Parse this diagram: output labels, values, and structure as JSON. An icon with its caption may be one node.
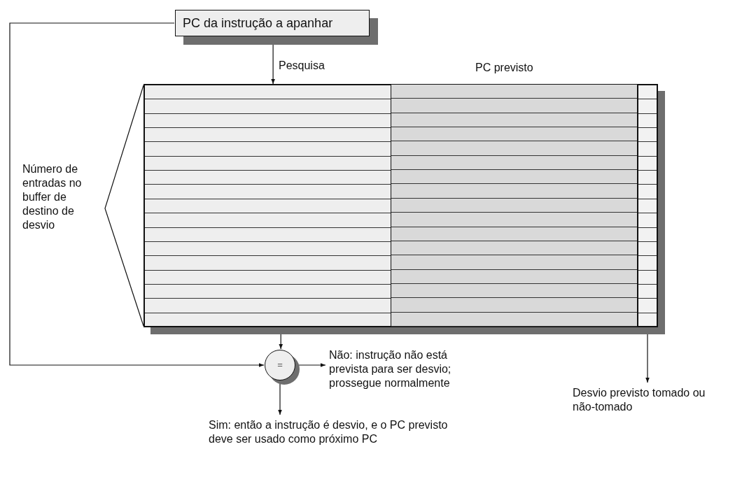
{
  "diagram": {
    "nodes": [
      {
        "text": [
          "PC da instrução a apanhar"
        ]
      },
      {
        "text": [],
        "shape": "box"
      },
      {
        "text": [],
        "shape": "box",
        "in": 1
      },
      {
        "text": [
          "PC previsto"
        ],
        "in": 1
      },
      {
        "text": [],
        "shape": "box",
        "in": 1
      },
      {
        "text": [
          "="
        ]
      },
      {
        "text": [
          "Não: instrução não está prevista para ser desvio; prossegue normalmente"
        ]
      },
      {
        "text": [
          "Sim: então a instrução é desvio, e o PC previsto deve ser usado como próximo PC"
        ]
      },
      {
        "text": [
          "Desvio previsto tomado ou não-tomado"
        ]
      }
    ],
    "edges": [
      {
        "from": 0,
        "to": 2,
        "arrow": "to",
        "label": "Pesquisa"
      },
      {
        "from": 0,
        "to": 5,
        "arrow": "to"
      },
      {
        "from": 2,
        "to": 5,
        "arrow": "to"
      },
      {
        "from": 5,
        "to": 6,
        "arrow": "to"
      },
      {
        "from": 5,
        "to": 7,
        "arrow": "to"
      },
      {
        "from": 4,
        "to": 8,
        "arrow": "to"
      }
    ],
    "labels": [
      "Número de entradas no buffer de destino de desvio"
    ]
  }
}
